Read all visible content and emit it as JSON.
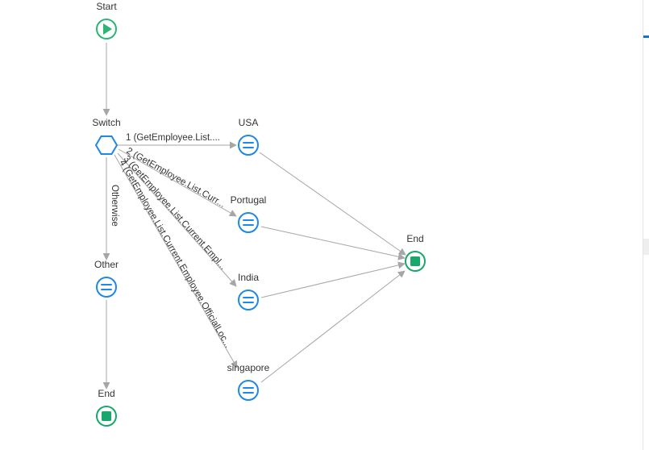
{
  "colors": {
    "start_green": "#2bb673",
    "end_green": "#1aa86a",
    "assign_blue": "#1e88e5",
    "switch_blue": "#1e88e5",
    "edge_gray": "#a6a6a6",
    "text": "#333333"
  },
  "nodes": [
    {
      "id": "start",
      "type": "start",
      "label": "Start",
      "icon": "play-icon"
    },
    {
      "id": "switch",
      "type": "switch",
      "label": "Switch",
      "icon": "hexagon-icon"
    },
    {
      "id": "usa",
      "type": "assign",
      "label": "USA",
      "icon": "assign-icon"
    },
    {
      "id": "portugal",
      "type": "assign",
      "label": "Portugal",
      "icon": "assign-icon"
    },
    {
      "id": "india",
      "type": "assign",
      "label": "India",
      "icon": "assign-icon"
    },
    {
      "id": "singapore",
      "type": "assign",
      "label": "singapore",
      "icon": "assign-icon"
    },
    {
      "id": "other",
      "type": "assign",
      "label": "Other",
      "icon": "assign-icon"
    },
    {
      "id": "end_right",
      "type": "end",
      "label": "End",
      "icon": "stop-icon"
    },
    {
      "id": "end_bottom",
      "type": "end",
      "label": "End",
      "icon": "stop-icon"
    }
  ],
  "edges": [
    {
      "from": "start",
      "to": "switch",
      "label": ""
    },
    {
      "from": "switch",
      "to": "usa",
      "label": "1 (GetEmployee.List...."
    },
    {
      "from": "switch",
      "to": "portugal",
      "label": "2 (GetEmployee.List.Curr..."
    },
    {
      "from": "switch",
      "to": "india",
      "label": "3 (GetEmployee.List.Current.Empl..."
    },
    {
      "from": "switch",
      "to": "singapore",
      "label": "4 (GetEmployee.List.Current.Employee.OfficialLoc..."
    },
    {
      "from": "switch",
      "to": "other",
      "label": "Otherwise"
    },
    {
      "from": "usa",
      "to": "end_right",
      "label": ""
    },
    {
      "from": "portugal",
      "to": "end_right",
      "label": ""
    },
    {
      "from": "india",
      "to": "end_right",
      "label": ""
    },
    {
      "from": "singapore",
      "to": "end_right",
      "label": ""
    },
    {
      "from": "other",
      "to": "end_bottom",
      "label": ""
    }
  ]
}
